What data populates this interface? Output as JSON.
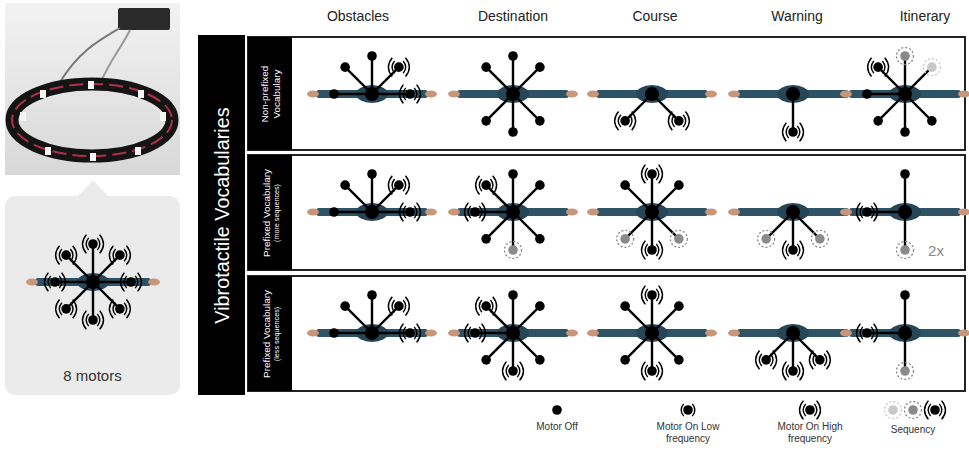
{
  "diagram": {
    "nodes": [
      {
        "text": [
          "8 motors"
        ]
      },
      {
        "text": [
          "Vibrotactile Vocabularies"
        ]
      },
      {
        "text": [
          "Non-prefixed Vocabulary"
        ]
      },
      {
        "text": [
          "Prefixed Vocabulary",
          "(more sequences)"
        ]
      },
      {
        "text": [
          "Prefixed Vocabulary",
          "(less sequences)"
        ]
      }
    ],
    "labels": [
      "Obstacles",
      "Destination",
      "Course",
      "Warning",
      "Itinerary",
      "2x"
    ],
    "legend": [
      {
        "text": "Motor Off"
      },
      {
        "text": "Motor On Low frequency"
      },
      {
        "text": "Motor On High frequency"
      },
      {
        "text": "Sequency"
      }
    ]
  }
}
